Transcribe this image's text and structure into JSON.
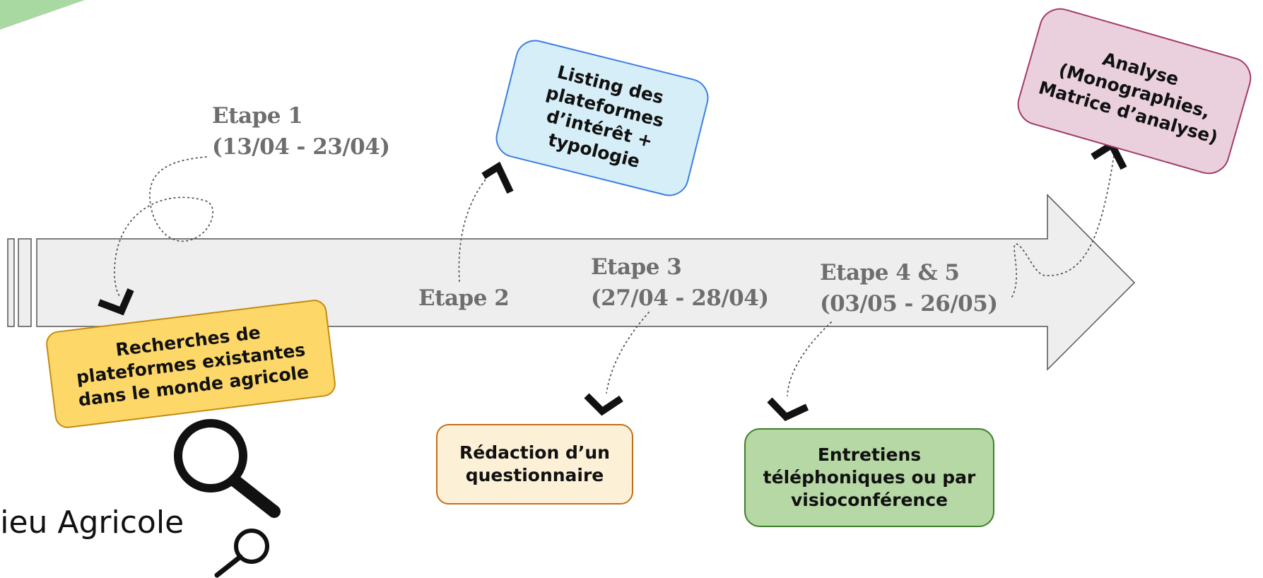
{
  "stages": {
    "stage1_title": "Etape 1",
    "stage1_dates": "(13/04 - 23/04)",
    "stage2_title": "Etape 2",
    "stage3_title": "Etape 3",
    "stage3_dates": "(27/04 - 28/04)",
    "stage45_title": "Etape 4 & 5",
    "stage45_dates": "(03/05 - 26/05)"
  },
  "boxes": {
    "research": "Recherches de plateformes existantes dans le monde agricole",
    "listing": "Listing des plateformes d’intérêt + typologie",
    "questionnaire": "Rédaction d’un questionnaire",
    "interviews": "Entretiens téléphoniques ou par visioconférence",
    "analysis": "Analyse (Monographies, Matrice d’analyse)"
  },
  "footer": {
    "text": "lieu Agricole"
  },
  "icons": {
    "magnifier_large": "magnifier-icon",
    "magnifier_small": "magnifier-icon",
    "chevron": "chevron-icon"
  },
  "colors": {
    "arrow_fill": "#eeeeee",
    "arrow_stroke": "#555555",
    "stage_text": "#6e6e6e",
    "research_fill": "#fdd868",
    "research_stroke": "#c58a12",
    "listing_fill": "#d6eef8",
    "listing_stroke": "#3a7ee0",
    "questionnaire_fill": "#fcf0d6",
    "questionnaire_stroke": "#c07019",
    "interviews_fill": "#b5d8a4",
    "interviews_stroke": "#3f7f2a",
    "analysis_fill": "#ead0dd",
    "analysis_stroke": "#a33a6a",
    "corner_accent": "#a8d9a0"
  }
}
